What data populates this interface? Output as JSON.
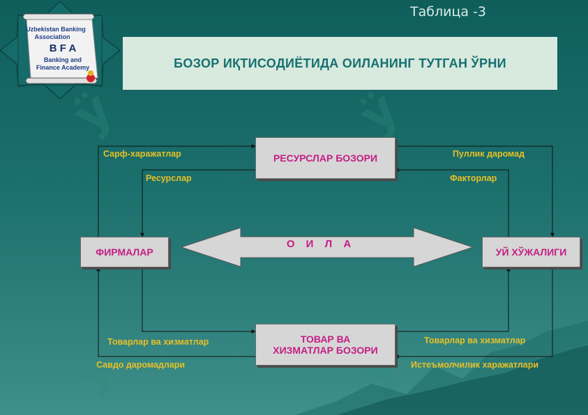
{
  "table_label": "Таблица -3",
  "title": "БОЗОР ИҚТИСОДИЁТИДА ОИЛАНИНГ ТУТГАН ЎРНИ",
  "logo": {
    "line1": "Uzbekistan Banking",
    "line2": "Association",
    "acronym": "B F A",
    "line3": "Banking and",
    "line4": "Finance Academy"
  },
  "nodes": {
    "resource_market": "РЕСУРСЛАР БОЗОРИ",
    "firms": "ФИРМАЛАР",
    "households": "УЙ ХЎЖАЛИГИ",
    "goods_market_line1": "ТОВАР ВА",
    "goods_market_line2": "ХИЗМАТЛАР БОЗОРИ",
    "family": "О И Л А"
  },
  "labels": {
    "expenses": "Сарф-харажатлар",
    "resources": "Ресурслар",
    "money_income": "Пуллик даромад",
    "factors": "Факторлар",
    "goods_services_left": "Товарлар ва хизматлар",
    "trade_income": "Савдо даромадлари",
    "goods_services_right": "Товарлар ва хизматлар",
    "consumer_spending": "Истеъмолчилик харажатлари"
  },
  "colors": {
    "node_text": "#c41e84",
    "label_text": "#e6c028",
    "title_text": "#157071"
  }
}
